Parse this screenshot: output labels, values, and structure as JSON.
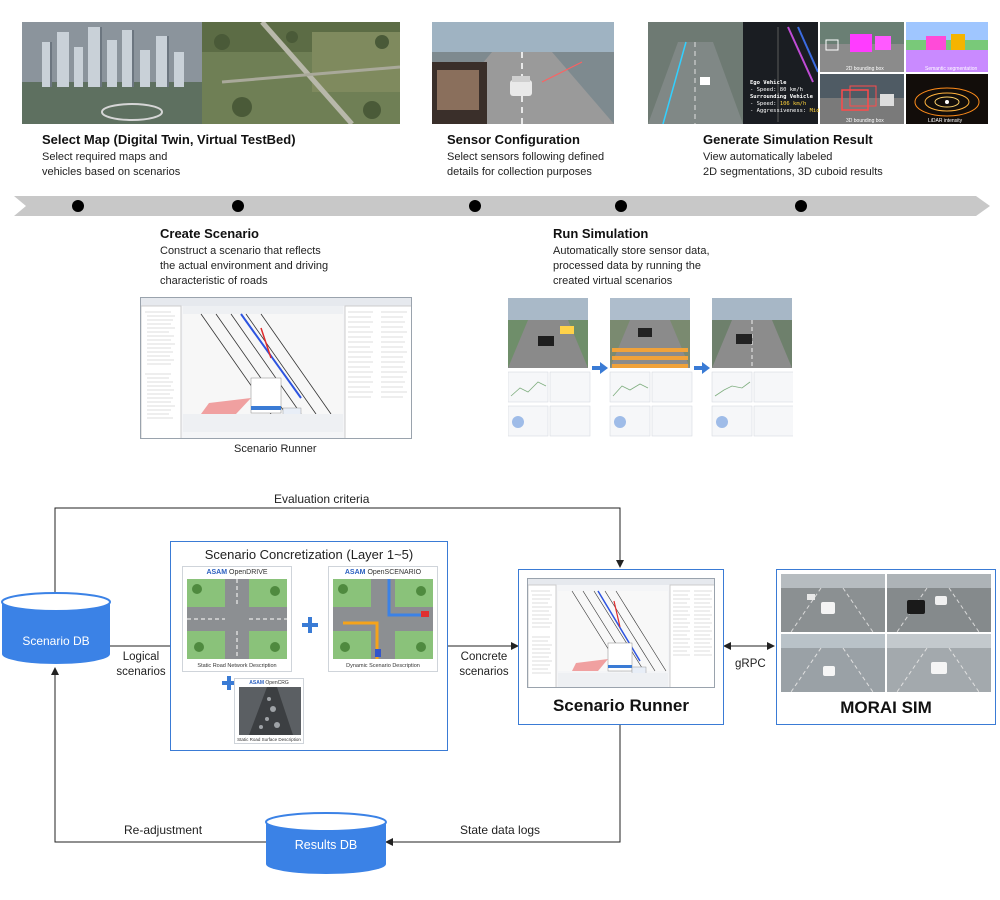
{
  "timeline": {
    "steps_top": [
      {
        "title": "Select Map (Digital Twin, Virtual TestBed)",
        "desc1": "Select required maps and",
        "desc2": "vehicles based on scenarios"
      },
      {
        "title": "Sensor Configuration",
        "desc1": "Select sensors following defined",
        "desc2": "details for collection purposes"
      },
      {
        "title": "Generate Simulation Result",
        "desc1": "View automatically labeled",
        "desc2": "2D segmentations, 3D cuboid results"
      }
    ],
    "steps_bottom": [
      {
        "title": "Create Scenario",
        "desc1": "Construct a scenario that reflects",
        "desc2": "the actual environment and driving",
        "desc3": "characteristic of roads"
      },
      {
        "title": "Run Simulation",
        "desc1": "Automatically store sensor data,",
        "desc2": "processed data by running the",
        "desc3": "created virtual scenarios"
      }
    ],
    "scenario_runner_caption": "Scenario Runner",
    "sim_result_labels": {
      "ego_title": "Ego Vehicle",
      "ego_speed": "- Speed: 80 km/h",
      "surround_title": "Surrounding Vehicle",
      "surround_speed_prefix": "- Speed: ",
      "surround_speed_value": "106 km/h",
      "surround_aggr_prefix": "- Aggressiveness: ",
      "surround_aggr_value": "Mid",
      "bbox2d": "2D bounding box",
      "semseg": "Semantic segmentation",
      "bbox3d": "3D bounding box",
      "lidar": "LiDAR intensity"
    }
  },
  "flow": {
    "evaluation_criteria": "Evaluation criteria",
    "scenario_db": "Scenario DB",
    "logical_1": "Logical",
    "logical_2": "scenarios",
    "concretization_title": "Scenario Concretization (Layer 1~5)",
    "opendrive_brand": "ASAM",
    "opendrive_name": "OpenDRIVE",
    "opendrive_caption": "Static Road Network Description",
    "openscenario_brand": "ASAM",
    "openscenario_name": "OpenSCENARIO",
    "openscenario_caption": "Dynamic Scenario Description",
    "opencrg_brand": "ASAM",
    "opencrg_name": "OpenCRG",
    "opencrg_caption": "Static Road Surface Description",
    "concrete_1": "Concrete",
    "concrete_2": "scenarios",
    "scenario_runner": "Scenario Runner",
    "grpc": "gRPC",
    "morai_sim": "MORAI SIM",
    "readjustment": "Re-adjustment",
    "results_db": "Results DB",
    "state_logs": "State data logs"
  },
  "colors": {
    "accent_blue": "#3a7bd5",
    "db_blue": "#3b82e6",
    "timeline_gray": "#c8c8c8",
    "dot": "#000000"
  }
}
